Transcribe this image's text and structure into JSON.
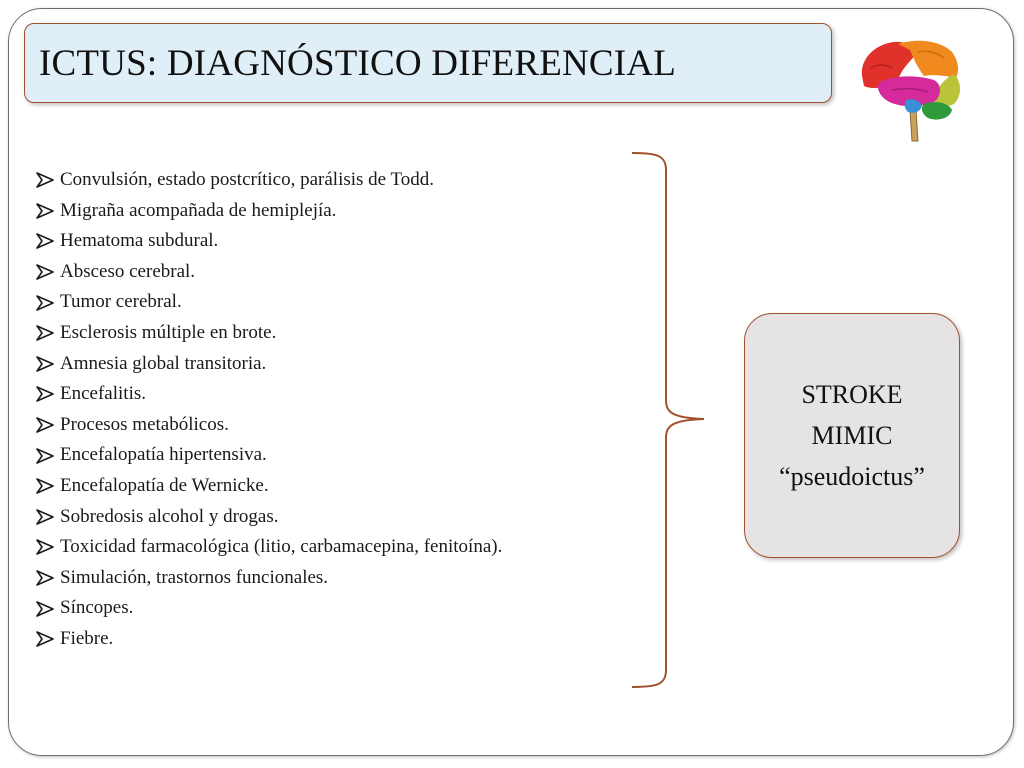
{
  "slide": {
    "title": "ICTUS: DIAGNÓSTICO DIFERENCIAL",
    "diagnoses": [
      "Convulsión, estado postcrítico, parálisis de Todd.",
      "Migraña acompañada de hemiplejía.",
      "Hematoma subdural.",
      "Absceso cerebral.",
      "Tumor cerebral.",
      "Esclerosis múltiple en brote.",
      "Amnesia global transitoria.",
      "Encefalitis.",
      "Procesos metabólicos.",
      "Encefalopatía hipertensiva.",
      "Encefalopatía de Wernicke.",
      "Sobredosis alcohol y drogas.",
      "Toxicidad farmacológica (litio, carbamacepina, fenitoína).",
      "Simulación, trastornos funcionales.",
      "Síncopes.",
      "Fiebre."
    ],
    "mimic_box": {
      "line1": "STROKE",
      "line2": "MIMIC",
      "line3": "“pseudoictus”"
    }
  },
  "icons": {
    "bullet": "arrowhead-bullet-icon",
    "brain": "brain-icon"
  },
  "colors": {
    "title_fill": "#e0eef8",
    "box_border": "#a0522d",
    "mimic_fill": "#e6e3e4",
    "bracket": "#a0522d",
    "frame_border": "#6f6f6f"
  }
}
